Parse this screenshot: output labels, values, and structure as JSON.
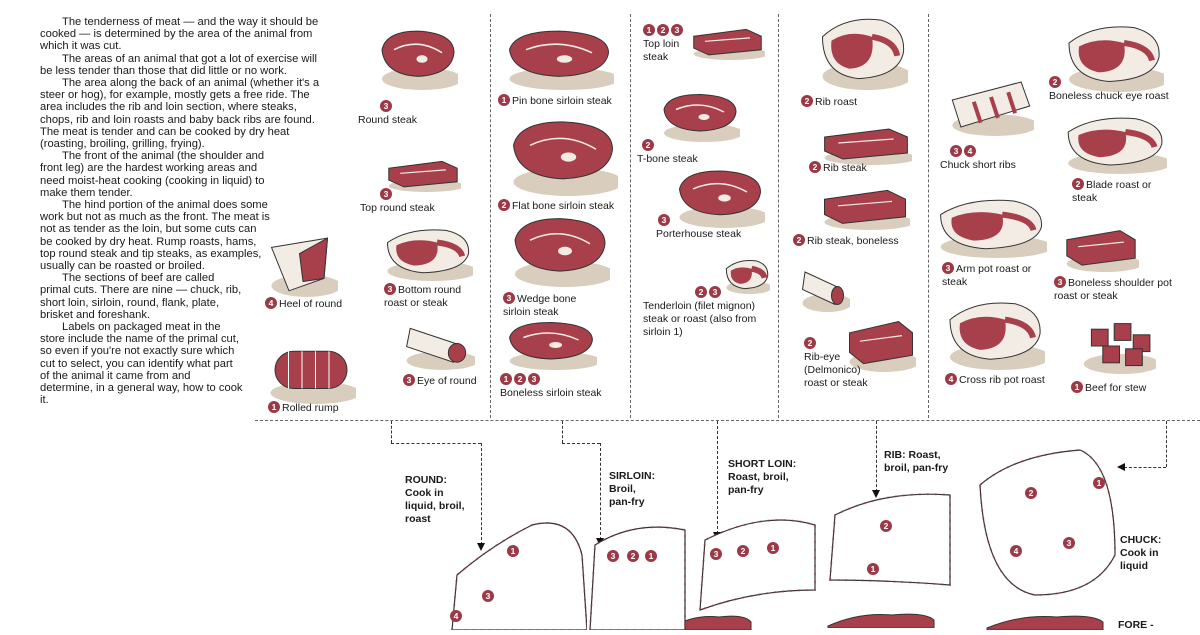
{
  "intro": {
    "paragraphs": [
      "The tenderness of meat — and the way it should be cooked — is determined by the area of the animal from which it was cut.",
      "The areas of an animal that got a lot of exercise will be less tender than those that did little or no work.",
      "The area along the back of an animal (whether it's a steer or hog), for example, mostly gets a free ride. The area includes the rib and loin section, where steaks, chops, rib and loin roasts and baby back ribs are found. The meat is tender and can be cooked by dry heat (roasting, broiling, grilling, frying).",
      "The front of the animal (the shoulder and front leg) are the hardest working areas and need moist-heat cooking (cooking in liquid) to make them tender.",
      "The hind portion of the animal does some work but not as much as the front. The meat is not as tender as the loin, but some cuts can be cooked by dry heat. Rump roasts, hams, top round steak and tip steaks, as examples, usually can be roasted or broiled.",
      "The sections of beef are called primal cuts. There are nine — chuck, rib, short loin, sirloin, round, flank, plate, brisket and foreshank.",
      "Labels on packaged meat in the store include the name of the primal cut, so even if you're not exactly sure which cut to select, you can identify what part of the animal it came from and determine, in a general way, how to cook it."
    ]
  },
  "colors": {
    "meat": "#a8404c",
    "fat": "#f3ece4",
    "badge": "#9b3a46",
    "shadow": "#d9cdbd"
  },
  "cuts": {
    "round_steak": {
      "nums": [
        "3"
      ],
      "label": "Round steak"
    },
    "top_round_steak": {
      "nums": [
        "3"
      ],
      "label": "Top round steak"
    },
    "heel_of_round": {
      "nums": [
        "4"
      ],
      "label": "Heel of round"
    },
    "bottom_round": {
      "nums": [
        "3"
      ],
      "label": "Bottom round roast or steak"
    },
    "rolled_rump": {
      "nums": [
        "1"
      ],
      "label": "Rolled rump"
    },
    "eye_of_round": {
      "nums": [
        "3"
      ],
      "label": "Eye of round"
    },
    "pin_bone": {
      "nums": [
        "1"
      ],
      "label": "Pin bone sirloin steak"
    },
    "flat_bone": {
      "nums": [
        "2"
      ],
      "label": "Flat bone sirloin steak"
    },
    "wedge_bone": {
      "nums": [
        "3"
      ],
      "label": "Wedge bone sirloin steak"
    },
    "boneless_sirloin": {
      "nums": [
        "1",
        "2",
        "3"
      ],
      "label": "Boneless sirloin steak"
    },
    "top_loin": {
      "nums": [
        "1",
        "2",
        "3"
      ],
      "label": "Top loin steak"
    },
    "t_bone": {
      "nums": [
        "2"
      ],
      "label": "T-bone steak"
    },
    "porterhouse": {
      "nums": [
        "3"
      ],
      "label": "Porterhouse steak"
    },
    "tenderloin": {
      "nums": [
        "2",
        "3"
      ],
      "label": "Tenderloin (filet mignon) steak or roast (also from sirloin 1)"
    },
    "rib_roast_1": {
      "nums": [
        "2"
      ],
      "label": "Rib roast"
    },
    "rib_steak": {
      "nums": [
        "2"
      ],
      "label": "Rib steak"
    },
    "rib_steak_boneless": {
      "nums": [
        "2"
      ],
      "label": "Rib steak, boneless"
    },
    "rib_eye": {
      "nums": [
        "2"
      ],
      "label": "Rib-eye (Delmonico) roast or steak"
    },
    "boneless_chuck_eye": {
      "nums": [
        "2"
      ],
      "label": "Boneless chuck eye roast"
    },
    "chuck_short_ribs": {
      "nums": [
        "3",
        "4"
      ],
      "label": "Chuck short ribs"
    },
    "blade_roast": {
      "nums": [
        "2"
      ],
      "label": "Blade roast or steak"
    },
    "arm_pot_roast": {
      "nums": [
        "3"
      ],
      "label": "Arm pot roast or steak"
    },
    "boneless_shoulder": {
      "nums": [
        "3"
      ],
      "label": "Boneless shoulder pot roast or steak"
    },
    "cross_rib": {
      "nums": [
        "4"
      ],
      "label": "Cross rib pot roast"
    },
    "beef_for_stew": {
      "nums": [
        "1"
      ],
      "label": "Beef for stew"
    }
  },
  "primals": {
    "round": {
      "label": "ROUND:\nCook in\nliquid, broil,\nroast"
    },
    "sirloin": {
      "label": "SIRLOIN:\nBroil,\npan-fry"
    },
    "short_loin": {
      "label": "SHORT LOIN:\nRoast, broil,\npan-fry"
    },
    "rib": {
      "label": "RIB: Roast,\nbroil, pan-fry"
    },
    "chuck": {
      "label": "CHUCK:\nCook in\nliquid"
    },
    "fore": {
      "label": "FORE -"
    }
  },
  "primal_numbers": {
    "round": [
      "1",
      "3",
      "4"
    ],
    "sirloin": [
      "3",
      "2",
      "1"
    ],
    "short_loin": [
      "3",
      "2",
      "1"
    ],
    "rib": [
      "2",
      "1"
    ],
    "chuck": [
      "2",
      "1",
      "4",
      "3"
    ]
  }
}
